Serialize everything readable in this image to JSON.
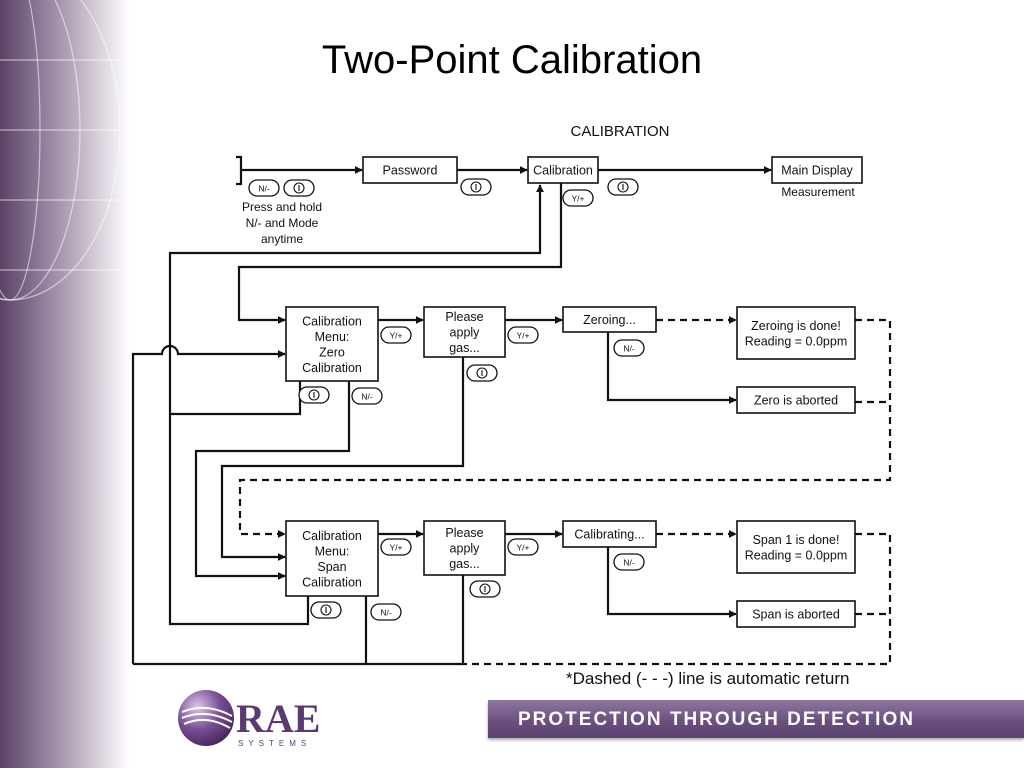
{
  "slide": {
    "title": "Two-Point Calibration",
    "footnote": "*Dashed (- - -) line is automatic return",
    "banner": "PROTECTION THROUGH DETECTION"
  },
  "logo": {
    "wordmark": "RAE",
    "subtitle": "SYSTEMS",
    "color": "#5b3a73"
  },
  "diagram": {
    "heading": "CALIBRATION",
    "boxes": {
      "password": [
        "Password"
      ],
      "calibration": [
        "Calibration"
      ],
      "main_display": [
        "Main Display"
      ],
      "zero_menu": [
        "Calibration",
        "Menu:",
        "Zero",
        "Calibration"
      ],
      "zero_apply": [
        "Please",
        "apply",
        "gas..."
      ],
      "zeroing": [
        "Zeroing..."
      ],
      "zero_done": [
        "Zeroing is done!",
        "Reading = 0.0ppm"
      ],
      "zero_aborted": [
        "Zero is aborted"
      ],
      "span_menu": [
        "Calibration",
        "Menu:",
        "Span",
        "Calibration"
      ],
      "span_apply": [
        "Please",
        "apply",
        "gas..."
      ],
      "calibrating": [
        "Calibrating..."
      ],
      "span_done": [
        "Span 1 is done!",
        "Reading = 0.0ppm"
      ],
      "span_aborted": [
        "Span is aborted"
      ]
    },
    "notes": {
      "entry": [
        "Press and hold",
        "N/- and Mode",
        "anytime"
      ],
      "measurement": "Measurement"
    },
    "keys": {
      "no": "N/-",
      "yes": "Y/+"
    }
  }
}
